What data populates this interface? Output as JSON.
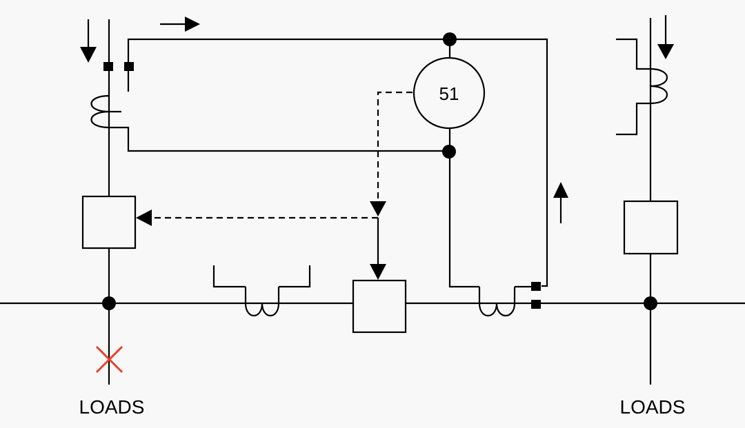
{
  "diagram": {
    "relay_number": "51",
    "left_feeder_label": "LOADS",
    "right_feeder_label": "LOADS"
  },
  "colors": {
    "background": "#f8f8f8",
    "line": "#000000",
    "fault_marker": "#e8402a"
  },
  "icons": {
    "fault": "red-x-fault-marker"
  }
}
